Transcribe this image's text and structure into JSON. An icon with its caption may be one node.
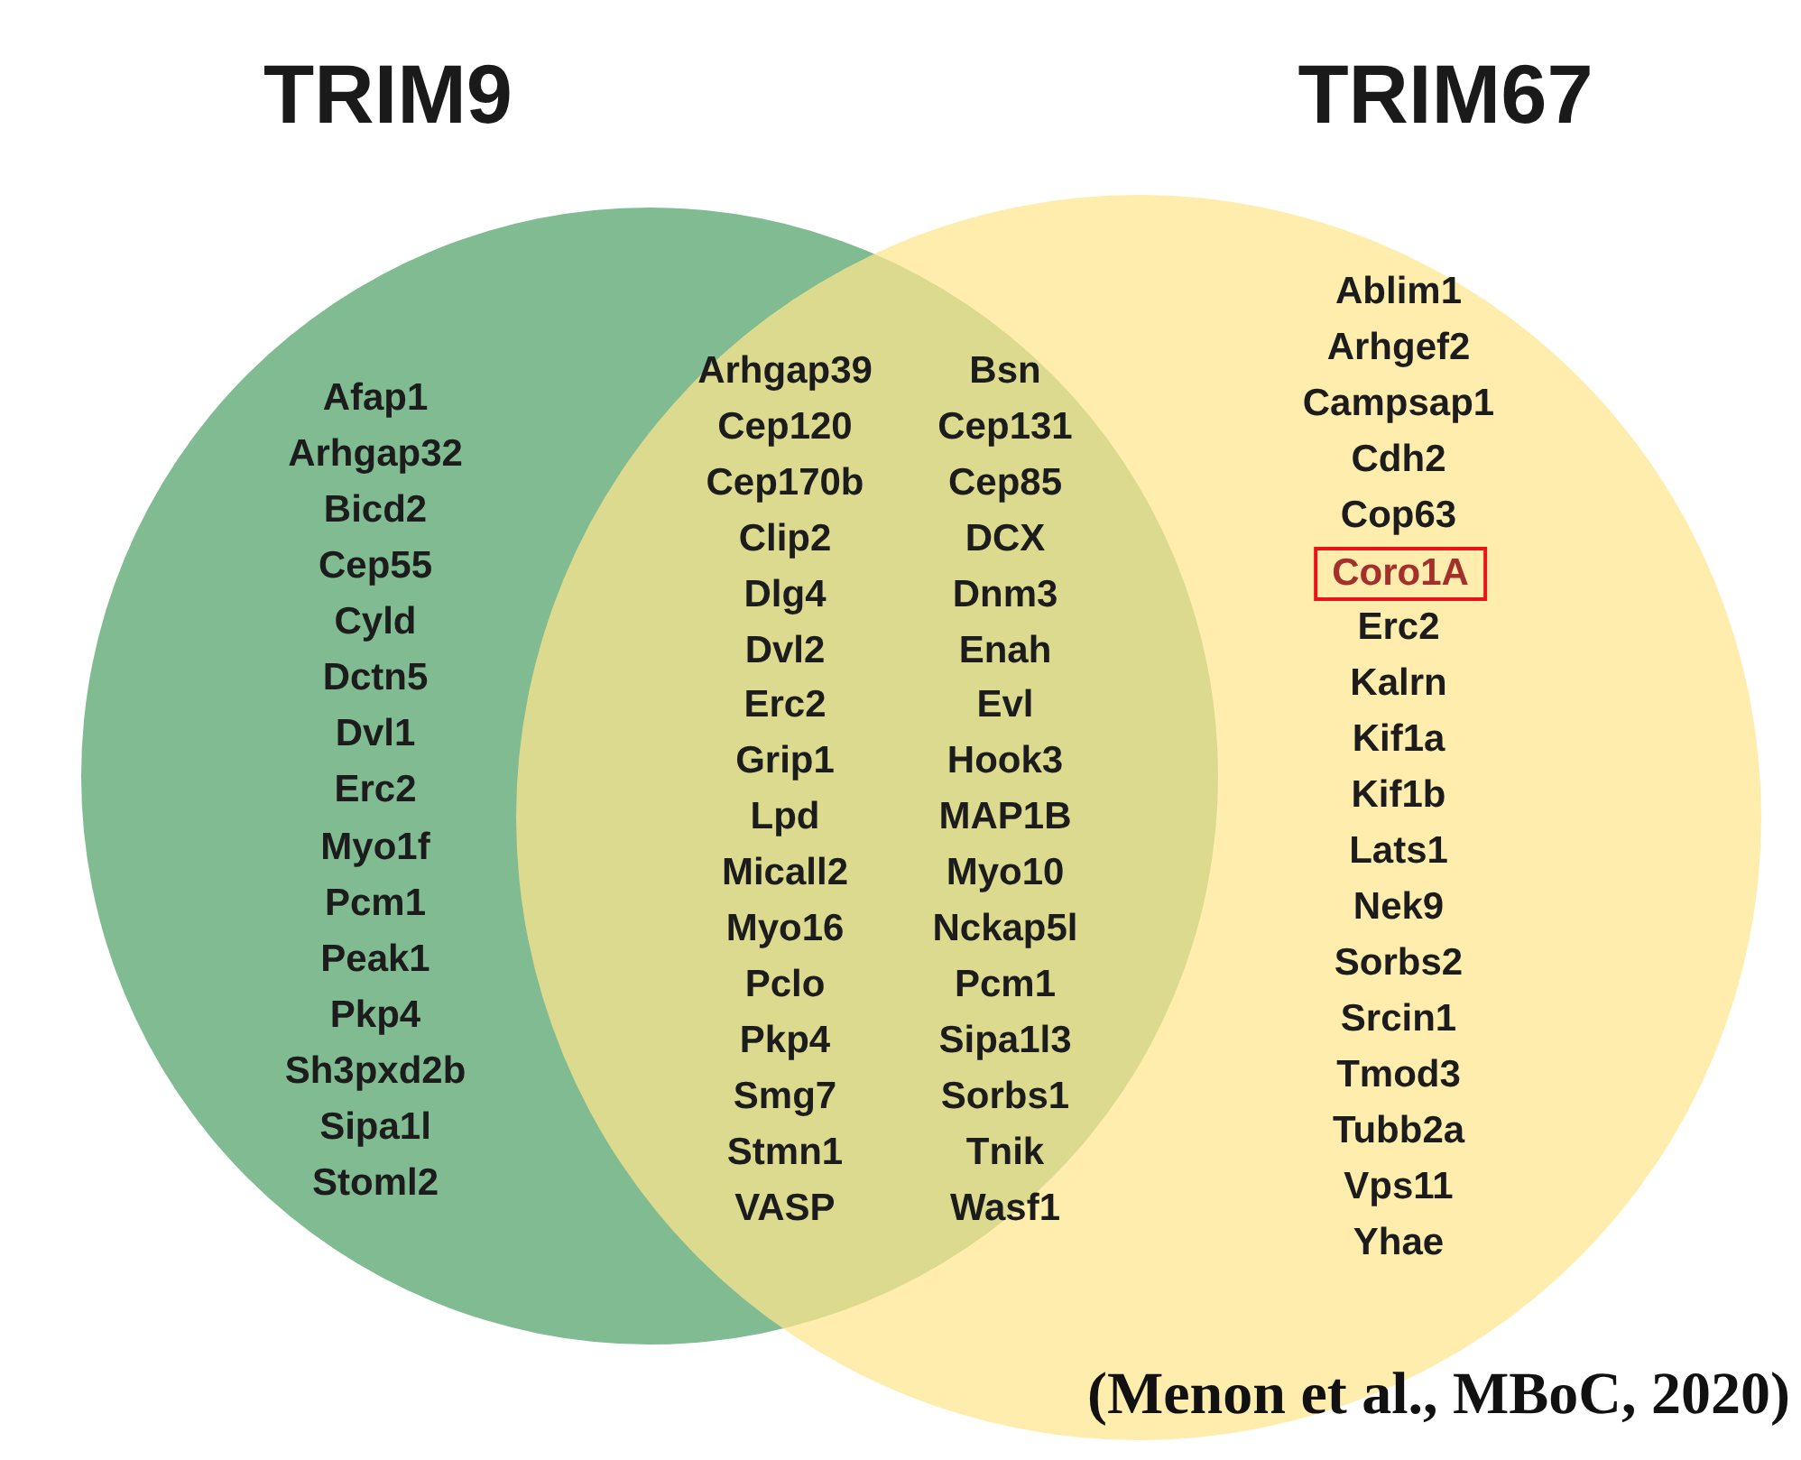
{
  "diagram": {
    "caption": "(Menon et al., MBoC, 2020)",
    "nodes": [
      {
        "text": [
          "TRIM9"
        ]
      },
      {
        "text": [
          "TRIM67"
        ]
      },
      {
        "text": [
          "Coro1A"
        ],
        "in": 1
      }
    ],
    "labels": [
      "Afap1",
      "Arhgap32",
      "Bicd2",
      "Cep55",
      "Cyld",
      "Dctn5",
      "Dvl1",
      "Erc2",
      "Myo1f",
      "Pcm1",
      "Peak1",
      "Pkp4",
      "Sh3pxd2b",
      "Sipa1l",
      "Stoml2",
      "Arhgap39",
      "Cep120",
      "Cep170b",
      "Clip2",
      "Dlg4",
      "Dvl2",
      "Erc2",
      "Grip1",
      "Lpd",
      "Micall2",
      "Myo16",
      "Pclo",
      "Pkp4",
      "Smg7",
      "Stmn1",
      "VASP",
      "Bsn",
      "Cep131",
      "Cep85",
      "DCX",
      "Dnm3",
      "Enah",
      "Evl",
      "Hook3",
      "MAP1B",
      "Myo10",
      "Nckap5l",
      "Pcm1",
      "Sipa1l3",
      "Sorbs1",
      "Tnik",
      "Wasf1",
      "Ablim1",
      "Arhgef2",
      "Campsap1",
      "Cdh2",
      "Cop63",
      "Erc2",
      "Kalrn",
      "Kif1a",
      "Kif1b",
      "Lats1",
      "Nek9",
      "Sorbs2",
      "Srcin1",
      "Tmod3",
      "Tubb2a",
      "Vps11",
      "Yhae"
    ]
  }
}
